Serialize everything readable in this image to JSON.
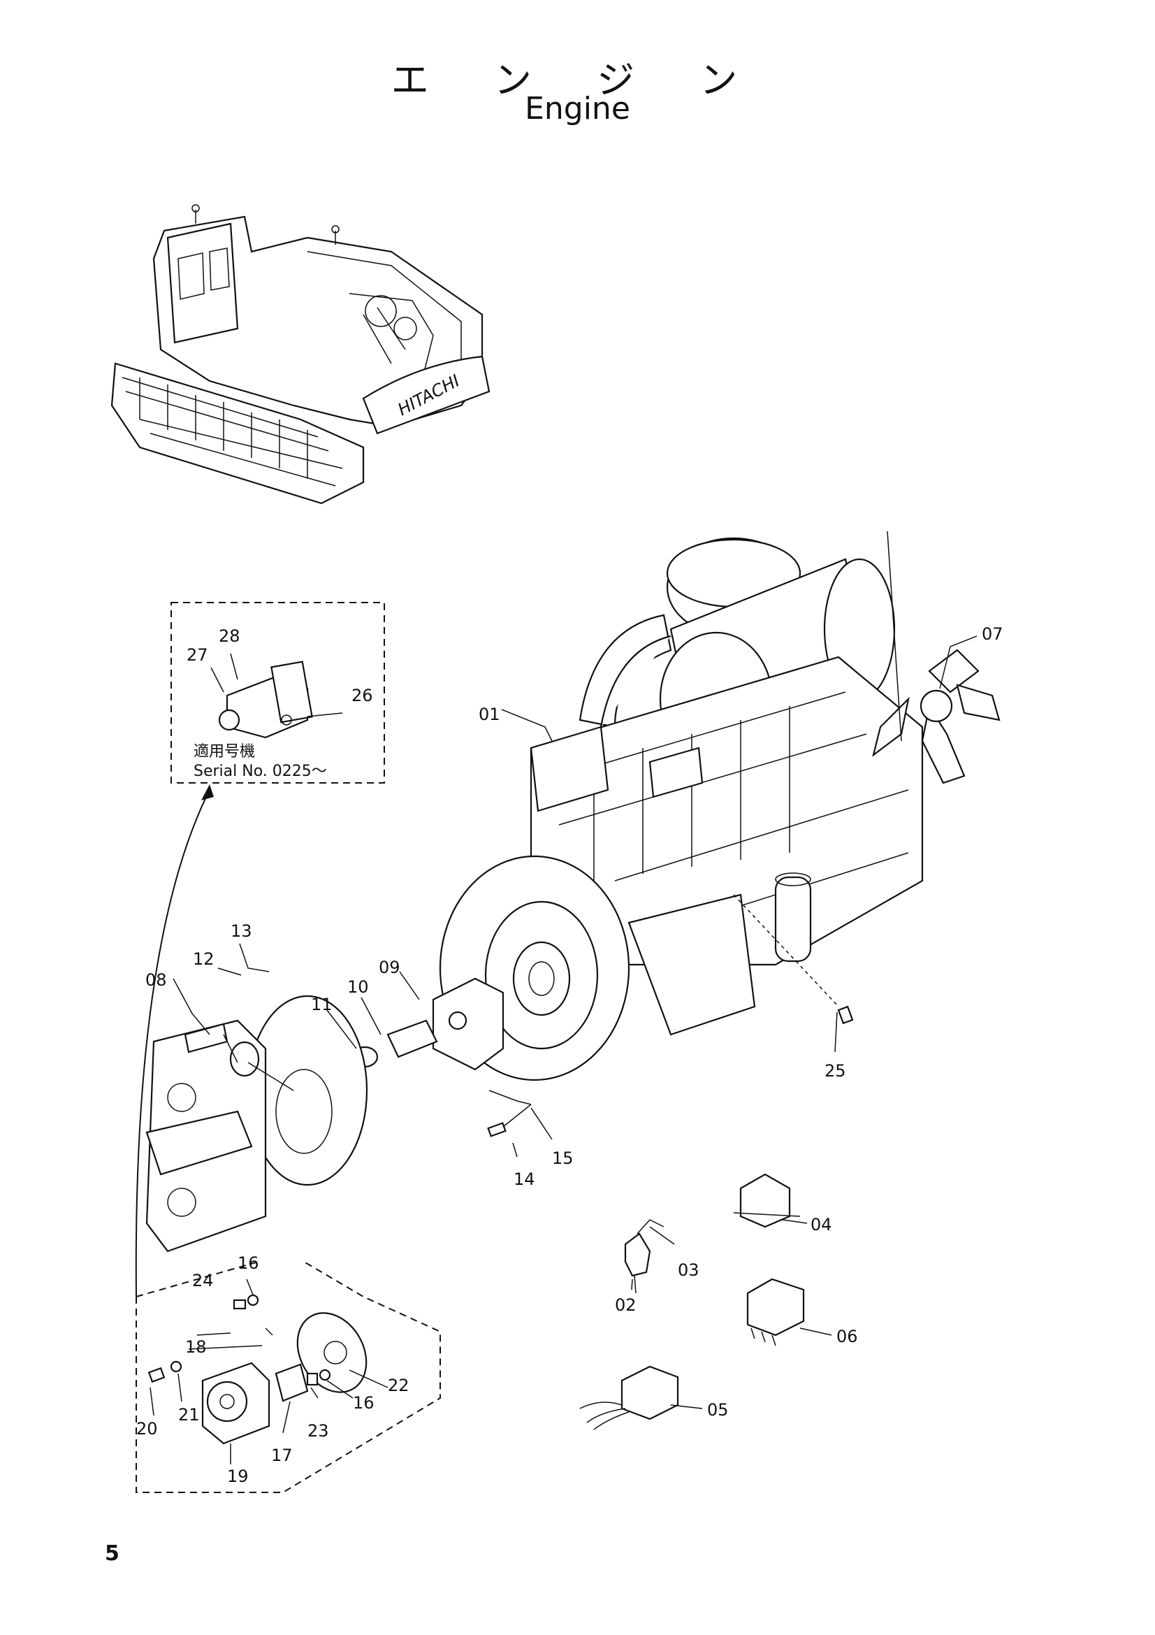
{
  "title_jp": "エ ン ジ ン",
  "title_en": "Engine",
  "page_number": "5",
  "machine_brand": "HITACHI",
  "serial_box": {
    "caption_jp": "適用号機",
    "caption_serial": "Serial No. 0225～"
  },
  "callouts": {
    "c01": "01",
    "c02": "02",
    "c03": "03",
    "c04": "04",
    "c05": "05",
    "c06": "06",
    "c07": "07",
    "c08": "08",
    "c09": "09",
    "c10": "10",
    "c11": "11",
    "c12": "12",
    "c13": "13",
    "c14": "14",
    "c15": "15",
    "c16a": "16",
    "c16b": "16",
    "c17": "17",
    "c18": "18",
    "c19": "19",
    "c20": "20",
    "c21": "21",
    "c22": "22",
    "c23": "23",
    "c24": "24",
    "c25": "25",
    "c26": "26",
    "c27": "27",
    "c28": "28"
  }
}
